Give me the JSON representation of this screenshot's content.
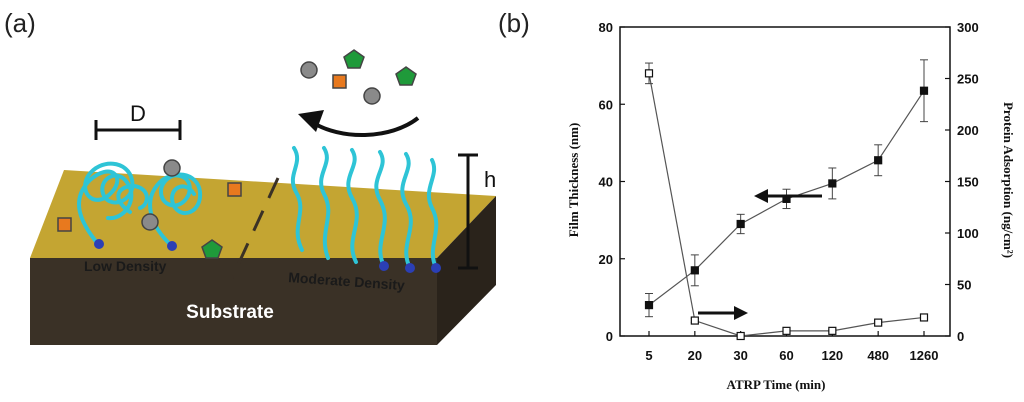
{
  "panels": {
    "a": {
      "label": "(a)"
    },
    "b": {
      "label": "(b)"
    }
  },
  "schematic": {
    "spacing_label": "D",
    "height_label": "h",
    "low_density_label": "Low Density",
    "moderate_density_label": "Moderate Density",
    "substrate_label": "Substrate",
    "colors": {
      "substrate_top": "#c4a532",
      "substrate_side": "#3a3126",
      "brush": "#2ec4d6",
      "anchor": "#2b3fb5",
      "protein_gray": "#8a8a8a",
      "protein_orange": "#e8791e",
      "protein_green": "#1f9a3a"
    }
  },
  "chart_data": {
    "type": "line",
    "xlabel": "ATRP Time (min)",
    "ylabel_left": "Film Thickness (nm)",
    "ylabel_right": "Protein Adsorption (ng/cm²)",
    "categories": [
      "5",
      "20",
      "30",
      "60",
      "120",
      "480",
      "1260"
    ],
    "ylim_left": [
      0,
      80
    ],
    "yticks_left": [
      0,
      20,
      40,
      60,
      80
    ],
    "ylim_right": [
      0,
      300
    ],
    "yticks_right": [
      0,
      50,
      100,
      150,
      200,
      250,
      300
    ],
    "grid": false,
    "series": [
      {
        "axis": "left",
        "marker": "filled-square",
        "values": [
          8,
          17,
          29,
          35.5,
          39.5,
          45.5,
          63.5
        ],
        "errors": [
          3,
          4,
          2.5,
          2.5,
          4,
          4,
          8
        ]
      },
      {
        "axis": "right",
        "marker": "open-square",
        "values": [
          255,
          15,
          0,
          5,
          5,
          13,
          18
        ],
        "errors": [
          10,
          2,
          1,
          1,
          1,
          1.5,
          2
        ]
      }
    ],
    "annotations": [
      {
        "type": "arrow",
        "direction": "left",
        "points_to": "left-axis"
      },
      {
        "type": "arrow",
        "direction": "right",
        "points_to": "right-axis"
      }
    ]
  }
}
